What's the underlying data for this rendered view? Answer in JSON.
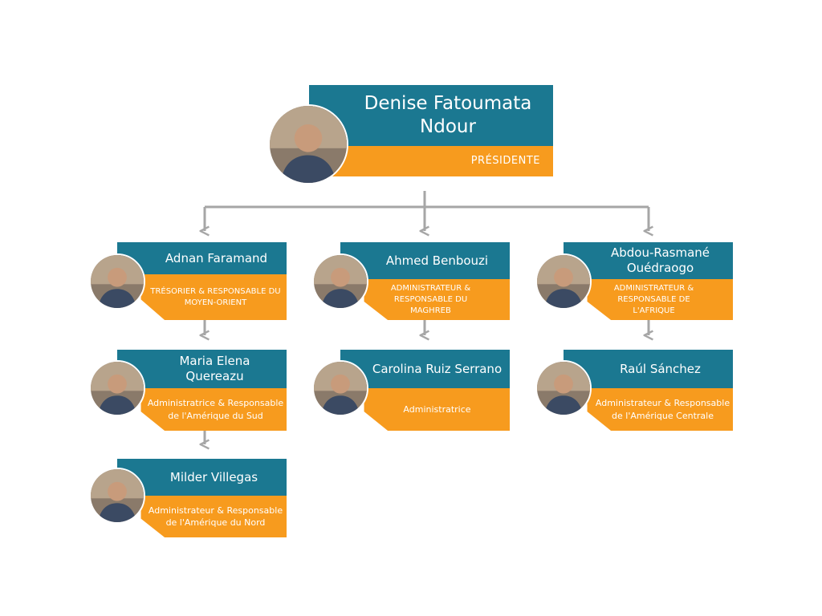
{
  "president": {
    "name": "Denise Fatoumata Ndour",
    "role": "PRÉSIDENTE",
    "photo_icon": "person-portrait-icon"
  },
  "members": [
    {
      "name": "Adnan Faramand",
      "role": "TRÉSORIER & RESPONSABLE DU MOYEN-ORIENT",
      "photo_icon": "person-portrait-icon"
    },
    {
      "name": "Ahmed Benbouzi",
      "role": "ADMINISTRATEUR & RESPONSABLE DU MAGHREB",
      "photo_icon": "person-portrait-icon"
    },
    {
      "name": "Abdou-Rasmané Ouédraogo",
      "role": "ADMINISTRATEUR & RESPONSABLE DE L'AFRIQUE",
      "photo_icon": "person-portrait-icon"
    },
    {
      "name": "Maria Elena Quereazu",
      "role": "Administratrice & Responsable de l'Amérique du Sud",
      "photo_icon": "person-portrait-icon"
    },
    {
      "name": "Carolina Ruiz Serrano",
      "role": "Administratrice",
      "photo_icon": "person-portrait-icon"
    },
    {
      "name": "Raúl Sánchez",
      "role": "Administrateur & Responsable de l'Amérique Centrale",
      "photo_icon": "person-portrait-icon"
    },
    {
      "name": "Milder Villegas",
      "role": "Administrateur & Responsable de l'Amérique du Nord",
      "photo_icon": "person-portrait-icon"
    }
  ],
  "colors": {
    "name_bg": "#1b7891",
    "role_bg": "#f79b1e",
    "connector": "#a6a6a6"
  }
}
